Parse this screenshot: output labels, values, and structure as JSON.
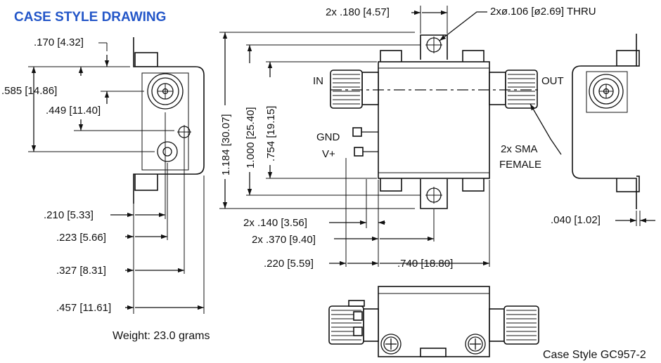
{
  "title": "CASE STYLE DRAWING",
  "title_color": "#2356c8",
  "weight": "Weight: 23.0 grams",
  "case_style": "Case Style GC957-2",
  "labels": {
    "in": "IN",
    "out": "OUT",
    "gnd": "GND",
    "vplus": "V+",
    "sma_line1": "2x SMA",
    "sma_line2": "FEMALE"
  },
  "dims": {
    "d170": ".170 [4.32]",
    "d585": ".585 [14.86]",
    "d449": ".449 [11.40]",
    "d210": ".210 [5.33]",
    "d223": ".223 [5.66]",
    "d327": ".327 [8.31]",
    "d457": ".457 [11.61]",
    "d180": "2x .180 [4.57]",
    "d106": "2xø.106 [ø2.69] THRU",
    "d1184": "1.184 [30.07]",
    "d1000": "1.000 [25.40]",
    "d754": ".754 [19.15]",
    "d140": "2x .140 [3.56]",
    "d370": "2x .370 [9.40]",
    "d220": ".220 [5.59]",
    "d740": ".740 [18.80]",
    "d040": ".040 [1.02]"
  }
}
